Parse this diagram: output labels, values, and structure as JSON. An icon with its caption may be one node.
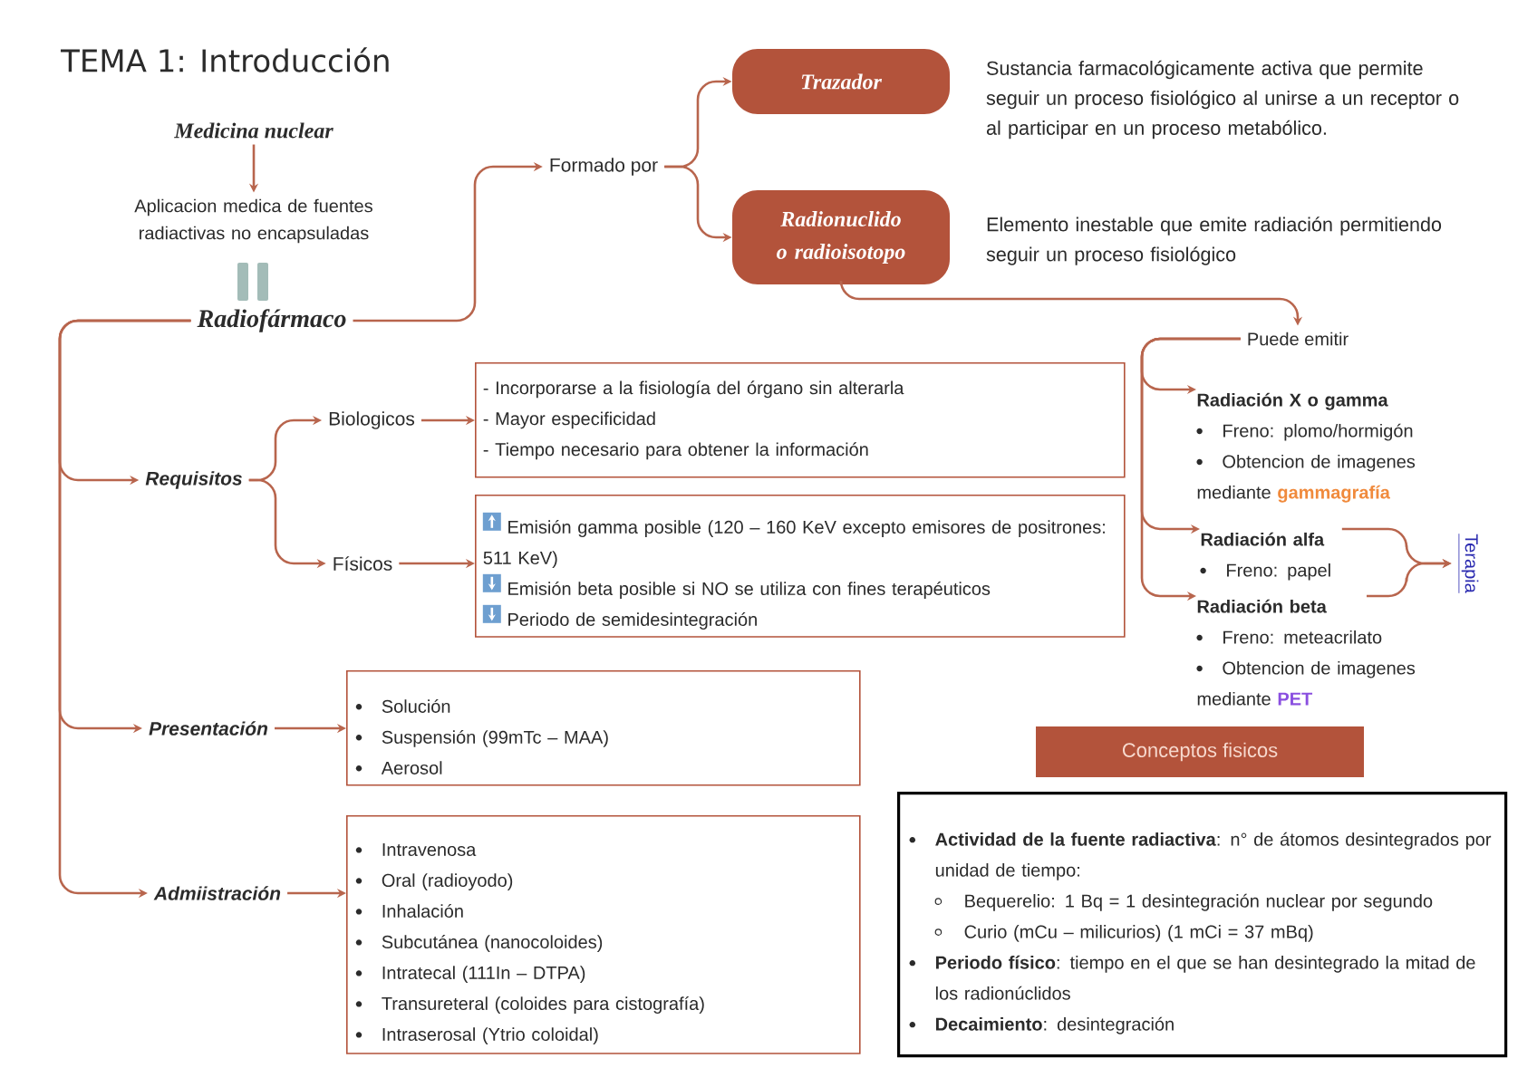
{
  "diagram": {
    "title": "TEMA 1: Introducción",
    "nodes": [
      {
        "text": [
          "Medicina nuclear"
        ]
      },
      {
        "text": [
          "Aplicacion medica de fuentes radiactivas no encapsuladas"
        ]
      },
      {
        "text": [
          "Radiofármaco"
        ]
      },
      {
        "text": [
          "Formado por"
        ]
      },
      {
        "text": [
          "Trazador"
        ],
        "beside": [
          "Sustancia farmacológicamente activa que permite seguir un proceso fisiológico al unirse a un receptor o al participar en un proceso metabólico."
        ]
      },
      {
        "text": [
          "Radionuclido o radioisotopo"
        ],
        "beside": [
          "Elemento inestable que emite radiación permitiendo seguir un proceso fisiológico"
        ]
      },
      {
        "text": [
          "Puede emitir"
        ]
      },
      {
        "text": [
          "Radiación X o gamma",
          "Freno: plomo/hormigón",
          "Obtencion de imagenes mediante **gammagrafía**"
        ]
      },
      {
        "text": [
          "Radiación alfa",
          "Freno: papel"
        ]
      },
      {
        "text": [
          "Radiación beta",
          "Freno: meteacrilato",
          "Obtencion de imagenes mediante **PET**"
        ]
      },
      {
        "text": [
          "Terapia"
        ]
      },
      {
        "text": [
          "Requisitos"
        ]
      },
      {
        "text": [
          "Biologicos"
        ]
      },
      {
        "text": [
          "- Incorporarse a la fisiología del órgano sin alterarla",
          "- Mayor especificidad",
          "- Tiempo necesario para obtener la información"
        ]
      },
      {
        "text": [
          "Físicos"
        ]
      },
      {
        "text": [
          "Emisión gamma posible (120 – 160 KeV excepto emisores de positrones: 511 KeV)",
          "Emisión beta posible si NO se utiliza con fines terapéuticos",
          "Periodo de semidesintegración"
        ]
      },
      {
        "text": [
          "Presentación"
        ]
      },
      {
        "text": [
          "Solución",
          "Suspensión (99mTc – MAA)",
          "Aerosol"
        ]
      },
      {
        "text": [
          "Admiistración"
        ]
      },
      {
        "text": [
          "Intravenosa",
          "Oral (radioyodo)",
          "Inhalación",
          "Subcutánea (nanocoloides)",
          "Intratecal (111In – DTPA)",
          "Transureteral (coloides para cistografía)",
          "Intraserosal (Ytrio coloidal)"
        ]
      },
      {
        "text": [
          "Conceptos fisicos"
        ]
      },
      {
        "text": [
          "**Actividad de la fuente radiactiva**: n° de átomos desintegrados por unidad de tiempo:",
          "Bequerelio: 1 Bq = 1 desintegración nuclear por segundo",
          "Curio (mCu – milicurios) (1 mCi = 37 mBq)",
          "**Periodo físico**: tiempo en el que se han desintegrado la mitad de los radionúclidos",
          "**Decaimiento**: desintegración"
        ]
      }
    ],
    "edges": [
      {
        "from": 0,
        "to": 1,
        "arrow": "to"
      },
      {
        "from": 2,
        "to": 3,
        "arrow": "to"
      },
      {
        "from": 3,
        "to": 4,
        "arrow": "to"
      },
      {
        "from": 3,
        "to": 5,
        "arrow": "to"
      },
      {
        "from": 5,
        "to": 6,
        "arrow": "to"
      },
      {
        "from": 6,
        "to": 7,
        "arrow": "to"
      },
      {
        "from": 6,
        "to": 8,
        "arrow": "to"
      },
      {
        "from": 6,
        "to": 9,
        "arrow": "to"
      },
      {
        "from": 8,
        "to": 10,
        "arrow": "to"
      },
      {
        "from": 9,
        "to": 10,
        "arrow": "to"
      },
      {
        "from": 2,
        "to": 11,
        "arrow": "to"
      },
      {
        "from": 2,
        "to": 16,
        "arrow": "to"
      },
      {
        "from": 2,
        "to": 18,
        "arrow": "to"
      },
      {
        "from": 11,
        "to": 12,
        "arrow": "to"
      },
      {
        "from": 11,
        "to": 14,
        "arrow": "to"
      },
      {
        "from": 12,
        "to": 13,
        "arrow": "to"
      },
      {
        "from": 14,
        "to": 15,
        "arrow": "to"
      },
      {
        "from": 16,
        "to": 17,
        "arrow": "to"
      },
      {
        "from": 18,
        "to": 19,
        "arrow": "to"
      }
    ]
  }
}
